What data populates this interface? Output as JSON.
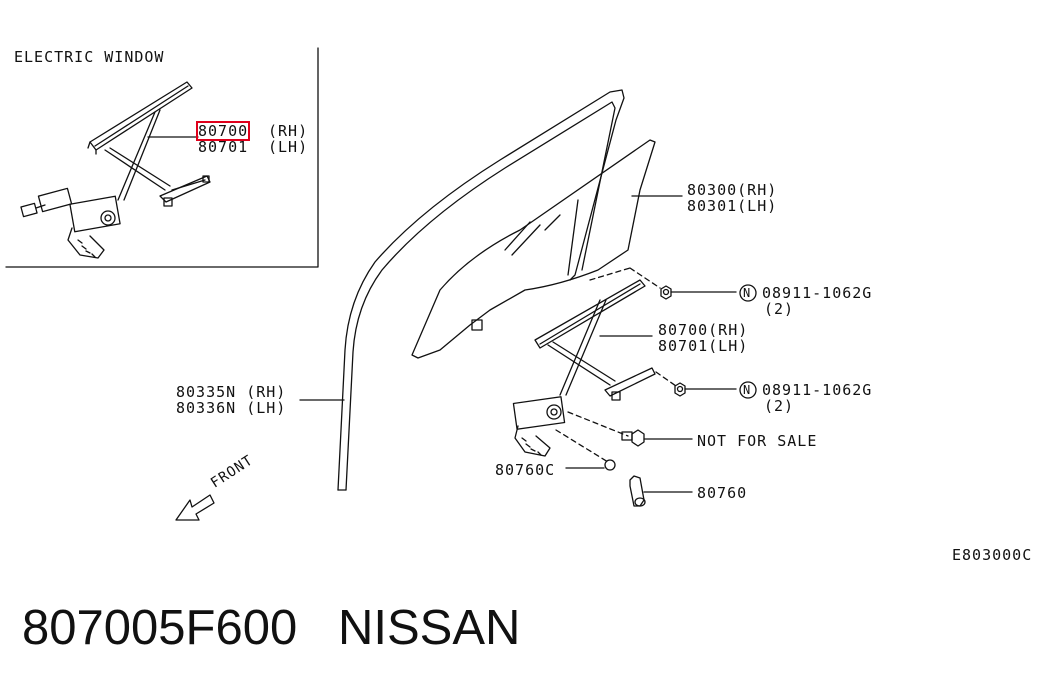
{
  "inset": {
    "title": "ELECTRIC WINDOW",
    "rh": "80700",
    "rh_suffix": "(RH)",
    "lh": "80701",
    "lh_suffix": "(LH)"
  },
  "callouts": {
    "glass_rh": "80300(RH)",
    "glass_lh": "80301(LH)",
    "nut1_code": "08911-1062G",
    "nut1_qty": "(2)",
    "regulator_rh": "80700(RH)",
    "regulator_lh": "80701(LH)",
    "nut2_code": "08911-1062G",
    "nut2_qty": "(2)",
    "bolt": "NOT FOR SALE",
    "cover": "80760C",
    "handle": "80760",
    "sash_rh": "80335N (RH)",
    "sash_lh": "80336N (LH)",
    "nut_symbol": "N",
    "front": "FRONT"
  },
  "diagram_code": "E803000C",
  "part_number": "807005F600",
  "brand": "NISSAN"
}
